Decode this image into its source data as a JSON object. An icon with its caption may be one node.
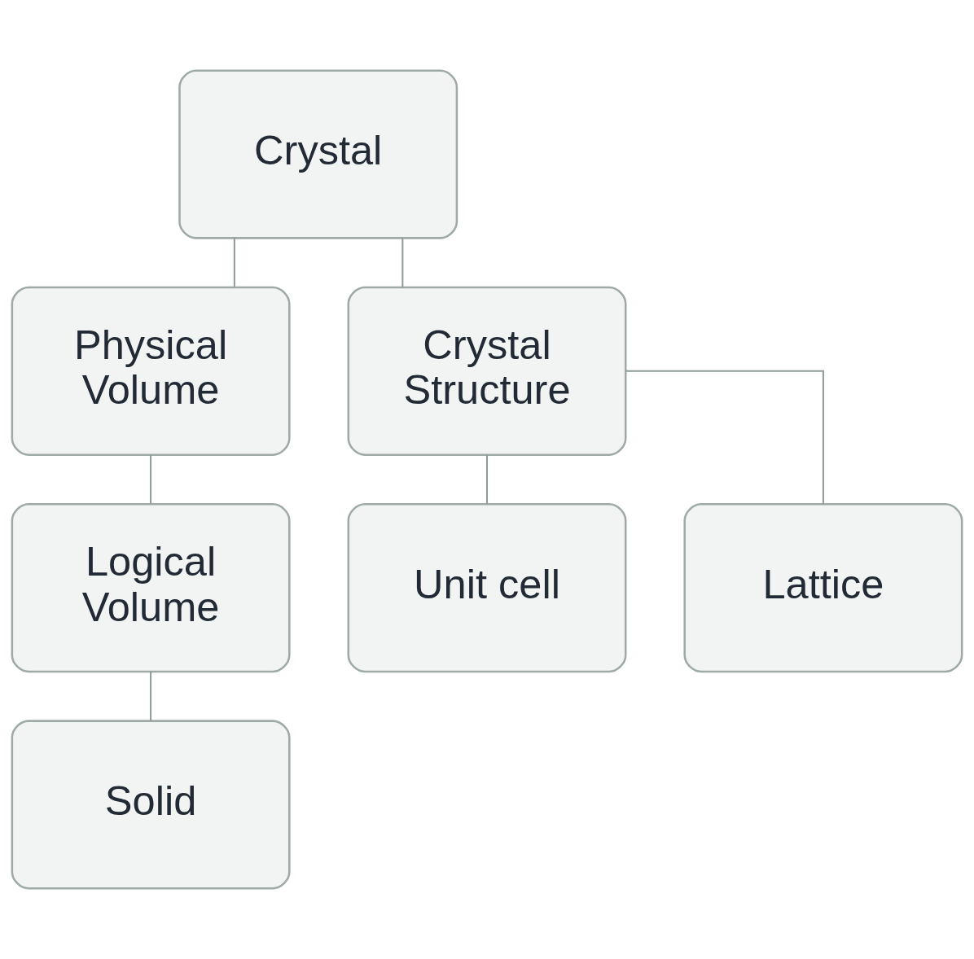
{
  "diagram": {
    "nodes": [
      {
        "text": [
          "Crystal"
        ]
      },
      {
        "text": [
          "Physical Volume"
        ]
      },
      {
        "text": [
          "Crystal Structure"
        ]
      },
      {
        "text": [
          "Logical Volume"
        ]
      },
      {
        "text": [
          "Unit cell"
        ]
      },
      {
        "text": [
          "Lattice"
        ]
      },
      {
        "text": [
          "Solid"
        ]
      }
    ],
    "edges": [
      {
        "from": 0,
        "to": 1,
        "arrow": "none"
      },
      {
        "from": 0,
        "to": 2,
        "arrow": "none"
      },
      {
        "from": 1,
        "to": 3,
        "arrow": "none"
      },
      {
        "from": 2,
        "to": 4,
        "arrow": "none"
      },
      {
        "from": 2,
        "to": 5,
        "arrow": "none"
      },
      {
        "from": 3,
        "to": 6,
        "arrow": "none"
      }
    ]
  }
}
